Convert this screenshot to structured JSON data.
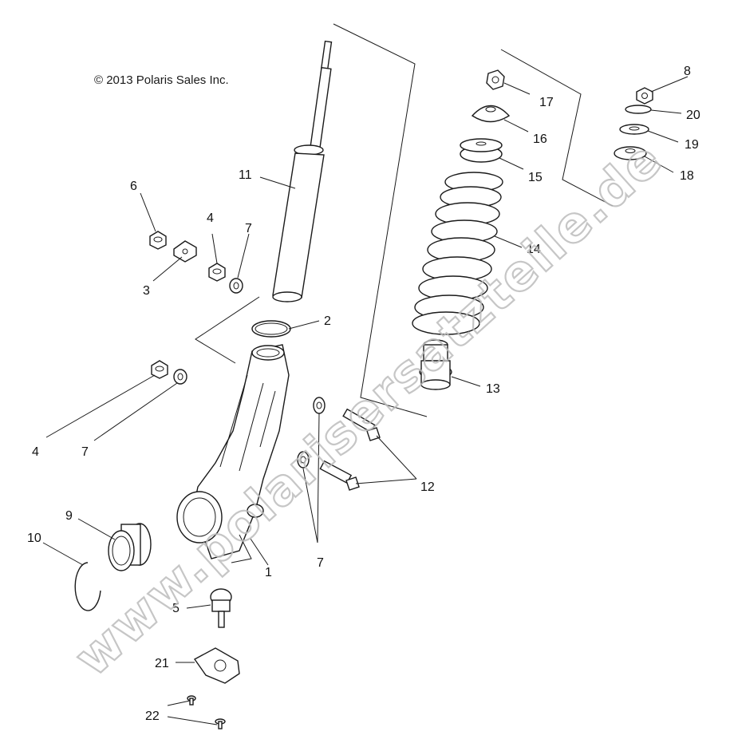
{
  "copyright": "© 2013 Polaris Sales Inc.",
  "watermark": "www.polarisersatzteile.de",
  "callouts": {
    "c1": "1",
    "c2": "2",
    "c3": "3",
    "c4a": "4",
    "c4b": "4",
    "c5": "5",
    "c6": "6",
    "c7a": "7",
    "c7b": "7",
    "c7c": "7",
    "c8": "8",
    "c9": "9",
    "c10": "10",
    "c11": "11",
    "c12": "12",
    "c13": "13",
    "c14": "14",
    "c15": "15",
    "c16": "16",
    "c17": "17",
    "c18": "18",
    "c19": "19",
    "c20": "20",
    "c21": "21",
    "c22": "22"
  }
}
